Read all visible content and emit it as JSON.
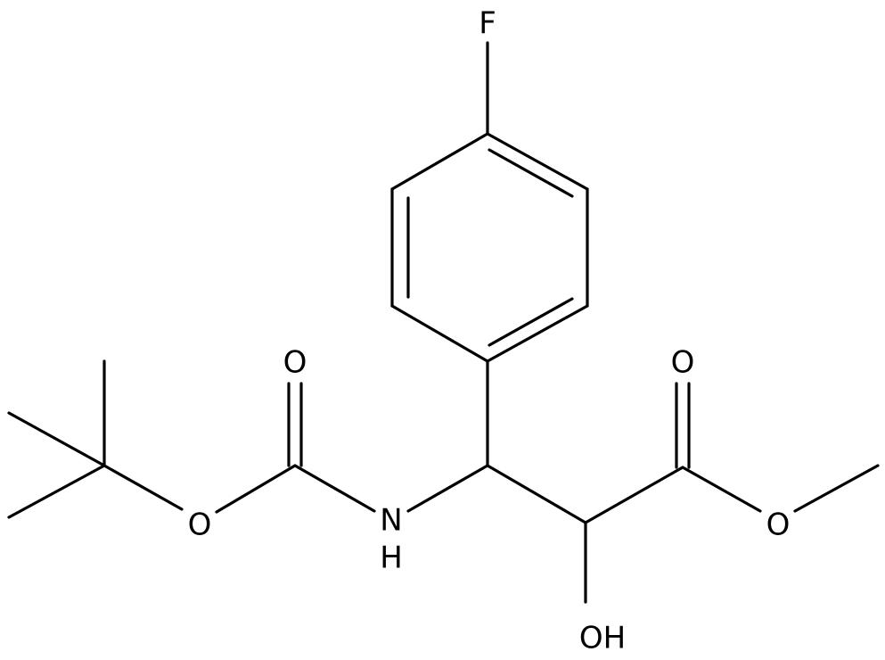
{
  "atom_labels": {
    "fluorine": "F",
    "boc_carbonyl_oxygen": "O",
    "boc_ester_oxygen": "O",
    "amine_nitrogen": "N",
    "amine_hydrogen": "H",
    "ester_carbonyl_oxygen": "O",
    "ester_methoxy_oxygen": "O",
    "hydroxyl": "OH"
  },
  "colors": {
    "bond": "#000000",
    "text": "#000000",
    "background": "#ffffff"
  }
}
